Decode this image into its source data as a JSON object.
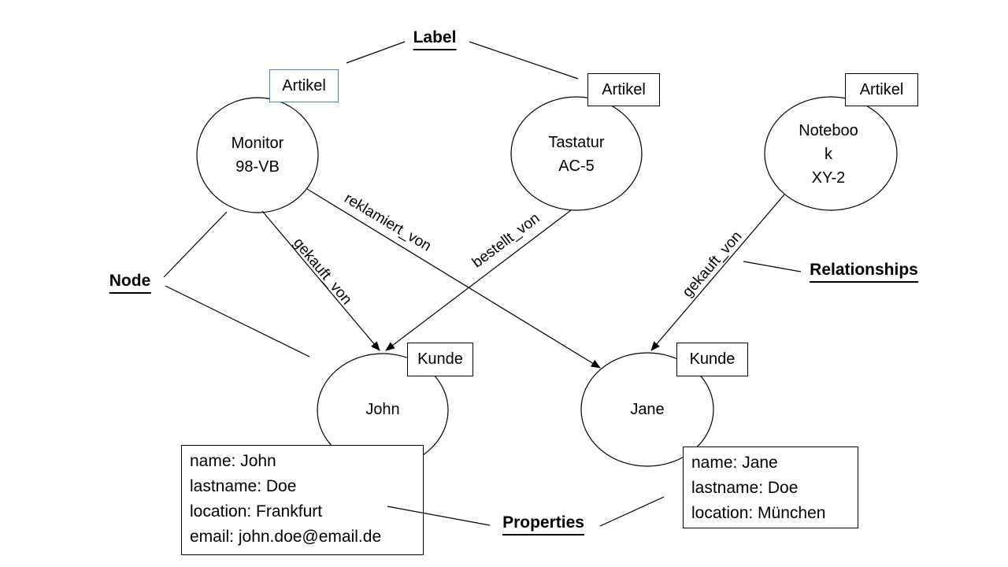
{
  "colors": {
    "accent_blue": "#4f81bd",
    "stroke": "#000000",
    "background": "#ffffff"
  },
  "annotations": {
    "label": "Label",
    "node": "Node",
    "relationships": "Relationships",
    "properties": "Properties"
  },
  "nodes": {
    "monitor": {
      "label": "Artikel",
      "lines": [
        "Monitor",
        "98-VB"
      ]
    },
    "tastatur": {
      "label": "Artikel",
      "lines": [
        "Tastatur",
        "AC-5"
      ]
    },
    "notebook": {
      "label": "Artikel",
      "lines": [
        "Noteboo",
        "k",
        "XY-2"
      ]
    },
    "john": {
      "label": "Kunde",
      "lines": [
        "John"
      ]
    },
    "jane": {
      "label": "Kunde",
      "lines": [
        "Jane"
      ]
    }
  },
  "relationships": {
    "monitor_john": "gekauft_von",
    "monitor_jane": "reklamiert_von",
    "tastatur_john": "bestellt_von",
    "notebook_jane": "gekauft_von"
  },
  "properties": {
    "john": [
      "name: John",
      "lastname: Doe",
      "location: Frankfurt",
      "email: john.doe@email.de"
    ],
    "jane": [
      "name: Jane",
      "lastname: Doe",
      "location: München"
    ]
  }
}
